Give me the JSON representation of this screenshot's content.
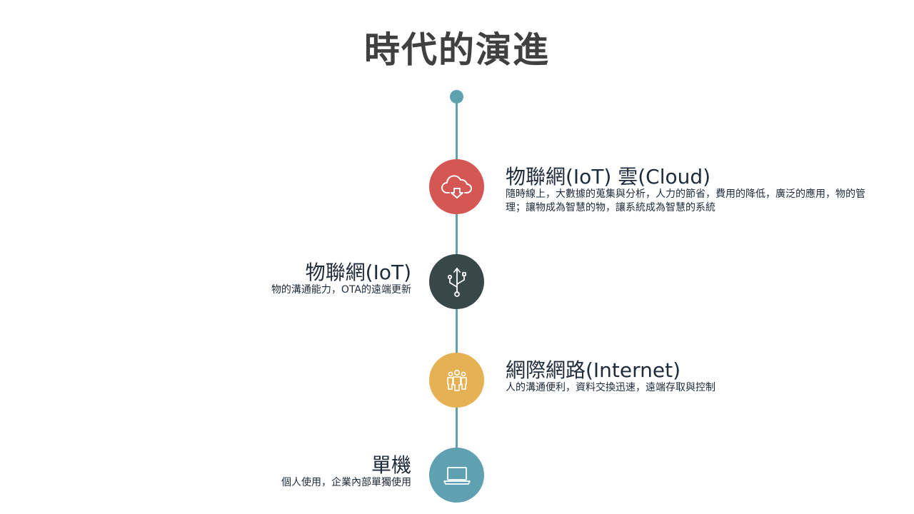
{
  "title": "時代的演進",
  "colors": {
    "axis": "#5fa0b1",
    "cloud": "#d45753",
    "iot": "#384848",
    "internet": "#e5b153",
    "standalone": "#5fa0b1"
  },
  "stages": [
    {
      "heading": "物聯網(IoT) 雲(Cloud)",
      "description": "隨時線上，大數據的蒐集與分析，人力的節省，費用的降低，廣泛的應用，物的管理；讓物成為智慧的物，讓系統成為智慧的系統",
      "icon": "cloud-download-icon"
    },
    {
      "heading": "物聯網(IoT)",
      "description": "物的溝通能力，OTA的遠端更新",
      "icon": "usb-icon"
    },
    {
      "heading": "網際網路(Internet)",
      "description": "人的溝通便利，資料交換迅速，遠端存取與控制",
      "icon": "people-icon"
    },
    {
      "heading": "單機",
      "description": "個人使用，企業內部單獨使用",
      "icon": "laptop-icon"
    }
  ]
}
